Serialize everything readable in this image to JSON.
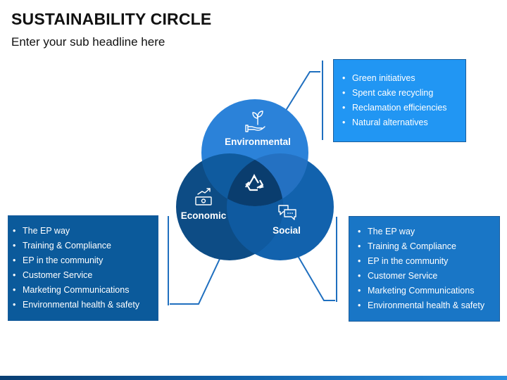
{
  "title": "SUSTAINABILITY CIRCLE",
  "subtitle": "Enter your sub headline here",
  "circles": {
    "environmental": {
      "label": "Environmental",
      "icon": "plant-hand-icon",
      "color": "#2b82d9"
    },
    "economic": {
      "label": "Economic",
      "icon": "money-growth-icon",
      "color": "#0d4c85"
    },
    "social": {
      "label": "Social",
      "icon": "chat-bubbles-icon",
      "color": "#1262ad"
    },
    "center": {
      "icon": "recycle-icon",
      "color": "#0a3d6e"
    }
  },
  "boxes": {
    "environmental": {
      "color": "#2196f3",
      "items": [
        "Green initiatives",
        "Spent cake recycling",
        "Reclamation efficiencies",
        "Natural alternatives"
      ]
    },
    "economic": {
      "color": "#0b5a9b",
      "items": [
        "The EP way",
        "Training & Compliance",
        "EP in the community",
        "Customer Service",
        "Marketing Communications",
        "Environmental health & safety"
      ]
    },
    "social": {
      "color": "#1976c6",
      "items": [
        "The EP way",
        "Training & Compliance",
        "EP in the community",
        "Customer Service",
        "Marketing Communications",
        "Environmental health & safety"
      ]
    }
  },
  "connector_color": "#1f6fbf"
}
